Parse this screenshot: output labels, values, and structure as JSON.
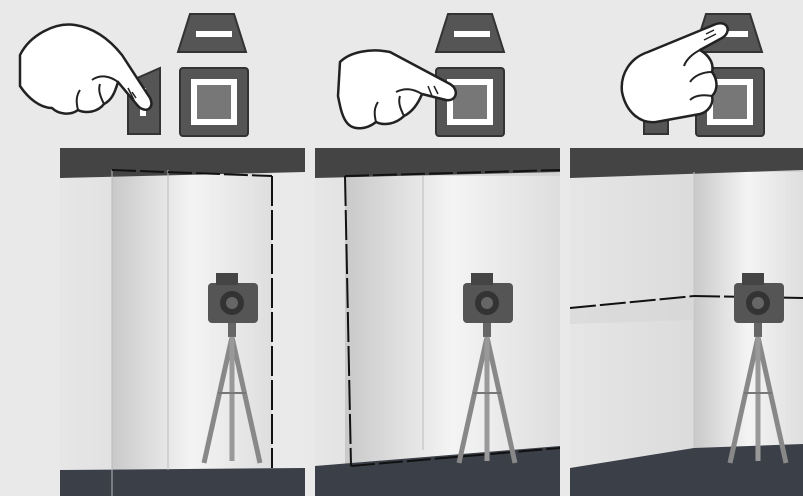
{
  "colors": {
    "background": "#e9e9e9",
    "button_body": "#555555",
    "button_light": "#ffffff",
    "button_inner": "#666666",
    "ceiling": "#444444",
    "floor": "#3a3f48",
    "wall_light": "#f2f2f2",
    "wall_mid": "#d8d8d8",
    "laser_line": "#111111"
  },
  "icons": {
    "hand": "pointing-hand-icon",
    "top_button": "horizontal-laser-button-icon",
    "main_button": "laser-mode-button-icon",
    "side_button": "vertical-laser-button-icon",
    "device": "camera-on-tripod-icon"
  },
  "panels": [
    {
      "id": "panel-1",
      "pressed": "side-button",
      "laser": "vertical"
    },
    {
      "id": "panel-2",
      "pressed": "main-button",
      "laser": "vertical-wide"
    },
    {
      "id": "panel-3",
      "pressed": "top-button",
      "laser": "horizontal"
    }
  ]
}
